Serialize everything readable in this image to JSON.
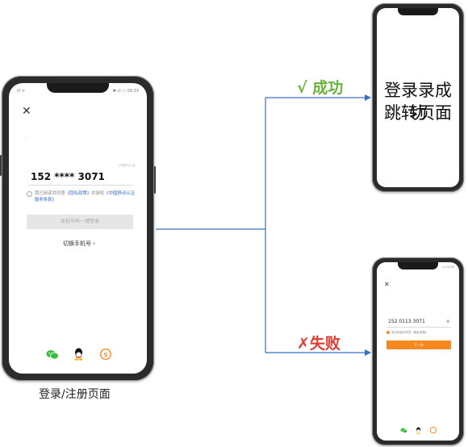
{
  "labels": {
    "main_page": "登录/注册页面",
    "success": "√ 成功",
    "fail": "✗失败",
    "success_line1": "登录录成功",
    "success_line2": "跳转页面"
  },
  "main_phone": {
    "status_left": "ıll ᯤ",
    "status_right": "✱ ⊙ ▭ 09:33",
    "phone_number": "152 **** 3071",
    "sdk_tag": "中国移动认证",
    "agreement_prefix": "我已阅读并同意",
    "agreement_privacy": "《隐私政策》",
    "agreement_middle": "并授权",
    "agreement_cmcc": "《中国移动认证服务条款》",
    "login_button": "本机号码一键登录",
    "switch_number": "切换手机号 ›",
    "colors": {
      "wechat": "#3ebc3e",
      "qq": "#111111",
      "weibo": "#f5891f"
    }
  },
  "fail_phone": {
    "status_right": "▭ 14:55",
    "phone_input": "152 0113 3071",
    "agreement": "我已阅读并同意《隐私政策》",
    "next_button": "下一步",
    "accent": "#f5891f"
  },
  "colors": {
    "connector": "#3b6fc6",
    "success": "#6ab23a",
    "fail": "#e13b2e"
  },
  "icons": [
    "close-icon",
    "wechat-icon",
    "qq-icon",
    "weibo-icon",
    "arrow-icon",
    "check-icon",
    "cross-icon"
  ]
}
